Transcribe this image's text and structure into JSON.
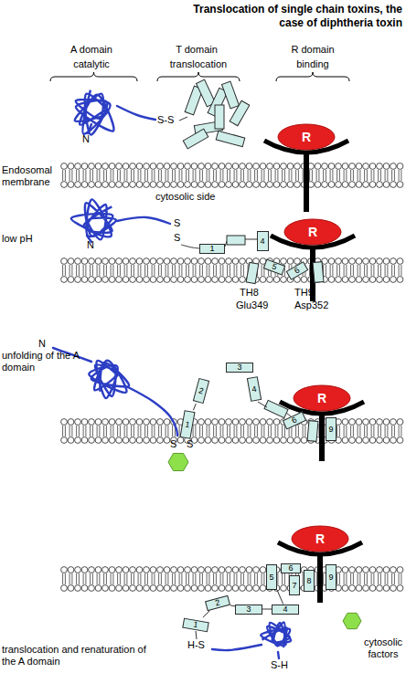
{
  "diagram": {
    "title": "Translocation of single chain toxins, the case of diphtheria toxin",
    "nodes": [
      {
        "text": [
          "R"
        ]
      },
      {
        "text": [
          "1"
        ]
      },
      {
        "text": [
          "4"
        ]
      },
      {
        "text": [
          "5"
        ]
      },
      {
        "text": [
          "6"
        ]
      },
      {
        "text": [
          "R"
        ]
      },
      {
        "text": [
          "3"
        ]
      },
      {
        "text": [
          "2"
        ]
      },
      {
        "text": [
          "4"
        ]
      },
      {
        "text": [
          "1"
        ]
      },
      {
        "text": [
          "6"
        ]
      },
      {
        "text": [
          "9"
        ]
      },
      {
        "text": [
          "R"
        ]
      },
      {
        "text": [
          "R"
        ]
      },
      {
        "text": [
          "5"
        ]
      },
      {
        "text": [
          "6"
        ]
      },
      {
        "text": [
          "7"
        ]
      },
      {
        "text": [
          "8"
        ]
      },
      {
        "text": [
          "9"
        ]
      },
      {
        "text": [
          "2"
        ]
      },
      {
        "text": [
          "3"
        ]
      },
      {
        "text": [
          "4"
        ]
      },
      {
        "text": [
          "1"
        ]
      }
    ],
    "edges": [
      {
        "from": 7,
        "to": 9,
        "arrow": "none"
      },
      {
        "from": 22,
        "to": 19,
        "arrow": "none"
      },
      {
        "from": 19,
        "to": 20,
        "arrow": "none"
      },
      {
        "from": 20,
        "to": 21,
        "arrow": "none"
      },
      {
        "from": 21,
        "to": 14,
        "arrow": "none"
      }
    ],
    "labels": [
      "A domain",
      "T domain",
      "R domain",
      "catalytic",
      "translocation",
      "binding",
      "N",
      "S-S",
      "Endosomal membrane",
      "cytosolic side",
      "low pH",
      "N",
      "S",
      "S",
      "TH8",
      "Glu349",
      "TH9",
      "Asp352",
      "N",
      "unfolding of the A domain",
      "S",
      "S",
      "H-S",
      "S-H",
      "cytosolic factors",
      "translocation and renaturation of the A domain"
    ]
  }
}
